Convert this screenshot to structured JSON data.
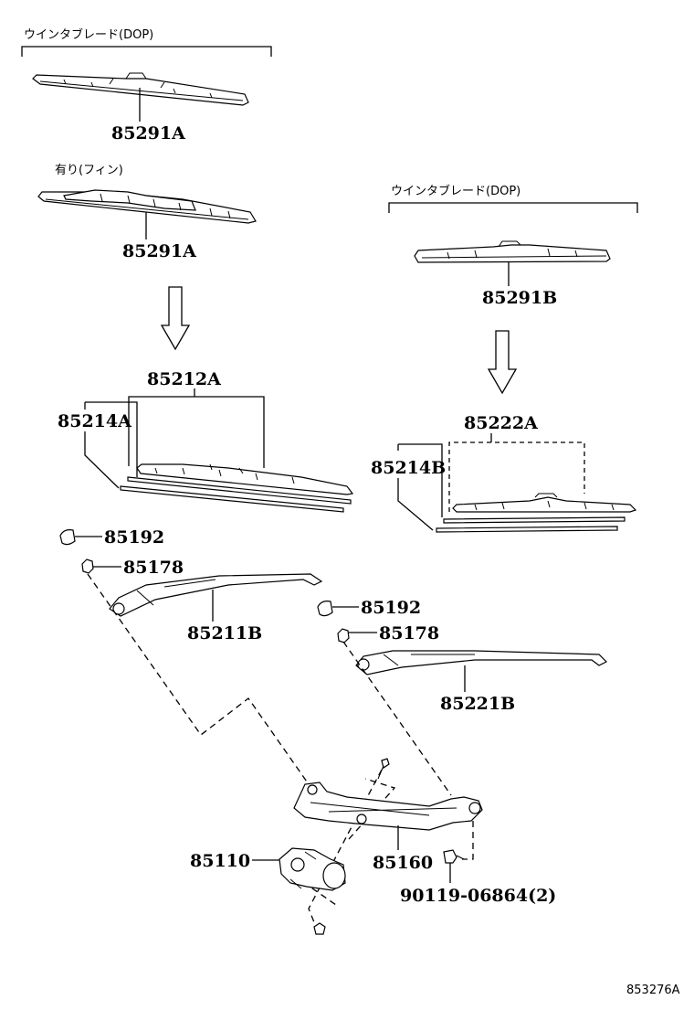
{
  "notes": {
    "dop_left": "ウインタブレード(DOP)",
    "with_fin": "有り(フィン)",
    "dop_right": "ウインタブレード(DOP)"
  },
  "parts": {
    "p85291A_top": "85291A",
    "p85291A_fin": "85291A",
    "p85291B": "85291B",
    "p85212A": "85212A",
    "p85214A": "85214A",
    "p85222A": "85222A",
    "p85214B": "85214B",
    "p85192_left": "85192",
    "p85178_left": "85178",
    "p85211B": "85211B",
    "p85192_right": "85192",
    "p85178_right": "85178",
    "p85221B": "85221B",
    "p85110": "85110",
    "p85160": "85160",
    "p90119": "90119-06864(2)"
  },
  "illustration_code": "853276A"
}
